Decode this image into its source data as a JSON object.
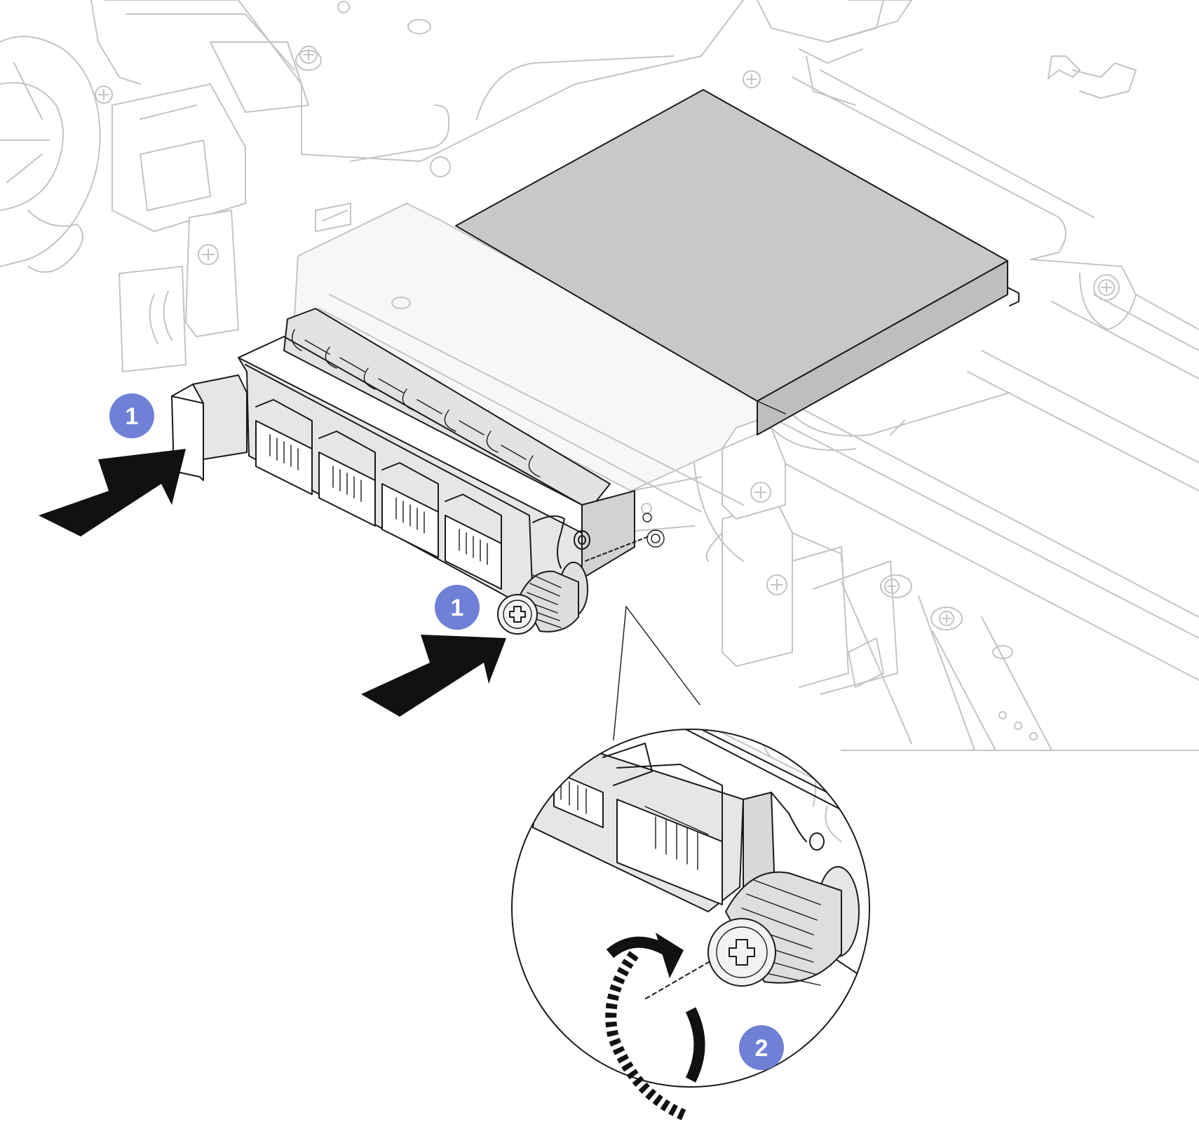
{
  "colors": {
    "callout_blue": "#6f80d6",
    "arrow": "#111111",
    "module_fill": "#c8c8c8",
    "ghost_line": "#c4c4c4"
  },
  "callouts": [
    {
      "id": "step-1-tab",
      "label": "1"
    },
    {
      "id": "step-1-screw",
      "label": "1"
    },
    {
      "id": "step-2-tighten",
      "label": "2"
    }
  ],
  "icons": [
    "push-arrow-icon",
    "rotate-clockwise-icon",
    "screw-head-icon",
    "thumbscrew-icon"
  ]
}
